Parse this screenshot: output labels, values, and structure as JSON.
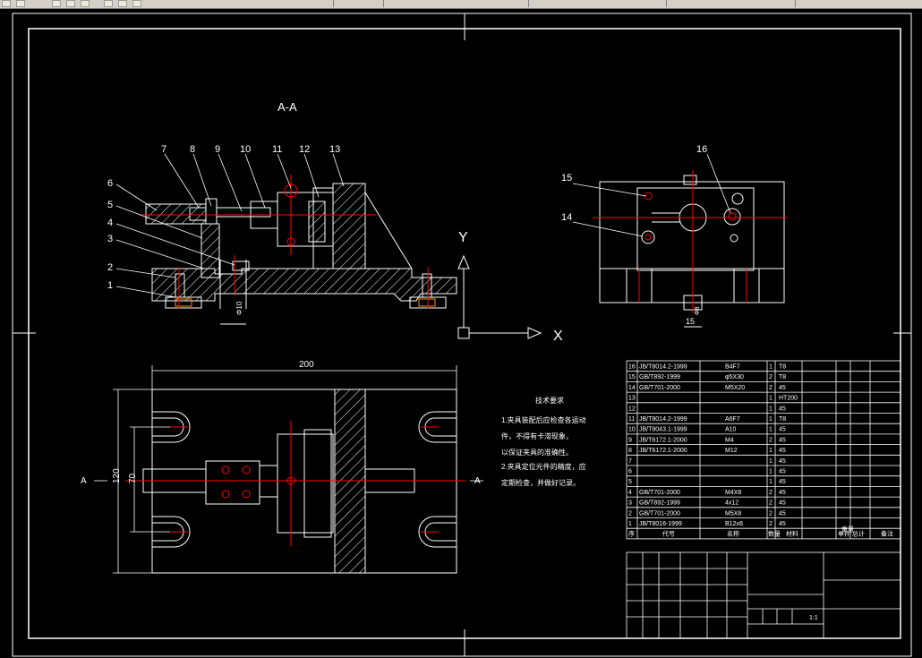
{
  "section_title": "A-A",
  "axes": {
    "y": "Y",
    "x": "X"
  },
  "dimensions": {
    "width": "200",
    "height_outer": "120",
    "height_inner": "70",
    "dia_small": "Φ10",
    "dim_15": "15",
    "dia_8": "Φ8"
  },
  "balloons": [
    "1",
    "2",
    "3",
    "4",
    "5",
    "6",
    "7",
    "8",
    "9",
    "10",
    "11",
    "12",
    "13",
    "14",
    "15",
    "16"
  ],
  "section_marks": {
    "left": "A",
    "right": "A"
  },
  "tech_req": {
    "title": "技术要求",
    "lines": [
      "1.夹具装配后应检查各运动",
      "件，不得有卡滞现象，",
      "以保证夹具的准确性。",
      "2.夹具定位元件的精度，应",
      "定期检查，并做好记录。"
    ]
  },
  "bom": {
    "rows": [
      {
        "no": "16",
        "code": "JB/T8014.2-1999",
        "name": "B4F7",
        "qty": "1",
        "mat": "T8"
      },
      {
        "no": "15",
        "code": "GB/T892-1999",
        "name": "φ5X30",
        "qty": "2",
        "mat": "T8"
      },
      {
        "no": "14",
        "code": "GB/T701-2000",
        "name": "M5X20",
        "qty": "2",
        "mat": "45"
      },
      {
        "no": "13",
        "code": "",
        "name": "",
        "qty": "1",
        "mat": "HT200"
      },
      {
        "no": "12",
        "code": "",
        "name": "",
        "qty": "1",
        "mat": "45"
      },
      {
        "no": "11",
        "code": "JB/T8014.2-1999",
        "name": "A6F7",
        "qty": "1",
        "mat": "T8"
      },
      {
        "no": "10",
        "code": "JB/T8043.1-1999",
        "name": "A10",
        "qty": "1",
        "mat": "45"
      },
      {
        "no": "9",
        "code": "JB/T6172.1-2000",
        "name": "M4",
        "qty": "2",
        "mat": "45"
      },
      {
        "no": "8",
        "code": "JB/T6172.1-2000",
        "name": "M12",
        "qty": "1",
        "mat": "45"
      },
      {
        "no": "7",
        "code": "",
        "name": "",
        "qty": "1",
        "mat": "45"
      },
      {
        "no": "6",
        "code": "",
        "name": "",
        "qty": "1",
        "mat": "45"
      },
      {
        "no": "5",
        "code": "",
        "name": "",
        "qty": "1",
        "mat": "45"
      },
      {
        "no": "4",
        "code": "GB/T701-2000",
        "name": "M4X8",
        "qty": "2",
        "mat": "45"
      },
      {
        "no": "3",
        "code": "GB/T892-1999",
        "name": "4x12",
        "qty": "2",
        "mat": "45"
      },
      {
        "no": "2",
        "code": "GB/T701-2000",
        "name": "M5X8",
        "qty": "2",
        "mat": "45"
      },
      {
        "no": "1",
        "code": "JB/T8016-1999",
        "name": "B12x8",
        "qty": "2",
        "mat": "45"
      }
    ],
    "header": {
      "no": "序",
      "code": "代号",
      "name": "名称",
      "qty": "数量",
      "mat": "材料",
      "unit": "单件",
      "total": "总计",
      "weight": "重量",
      "remark": "备注"
    }
  },
  "title_block": {
    "scale_text": "1:1"
  },
  "colors": {
    "line": "#ffffff",
    "center": "#ff0000",
    "hatch": "#ffffff",
    "dim": "#ffffff"
  }
}
